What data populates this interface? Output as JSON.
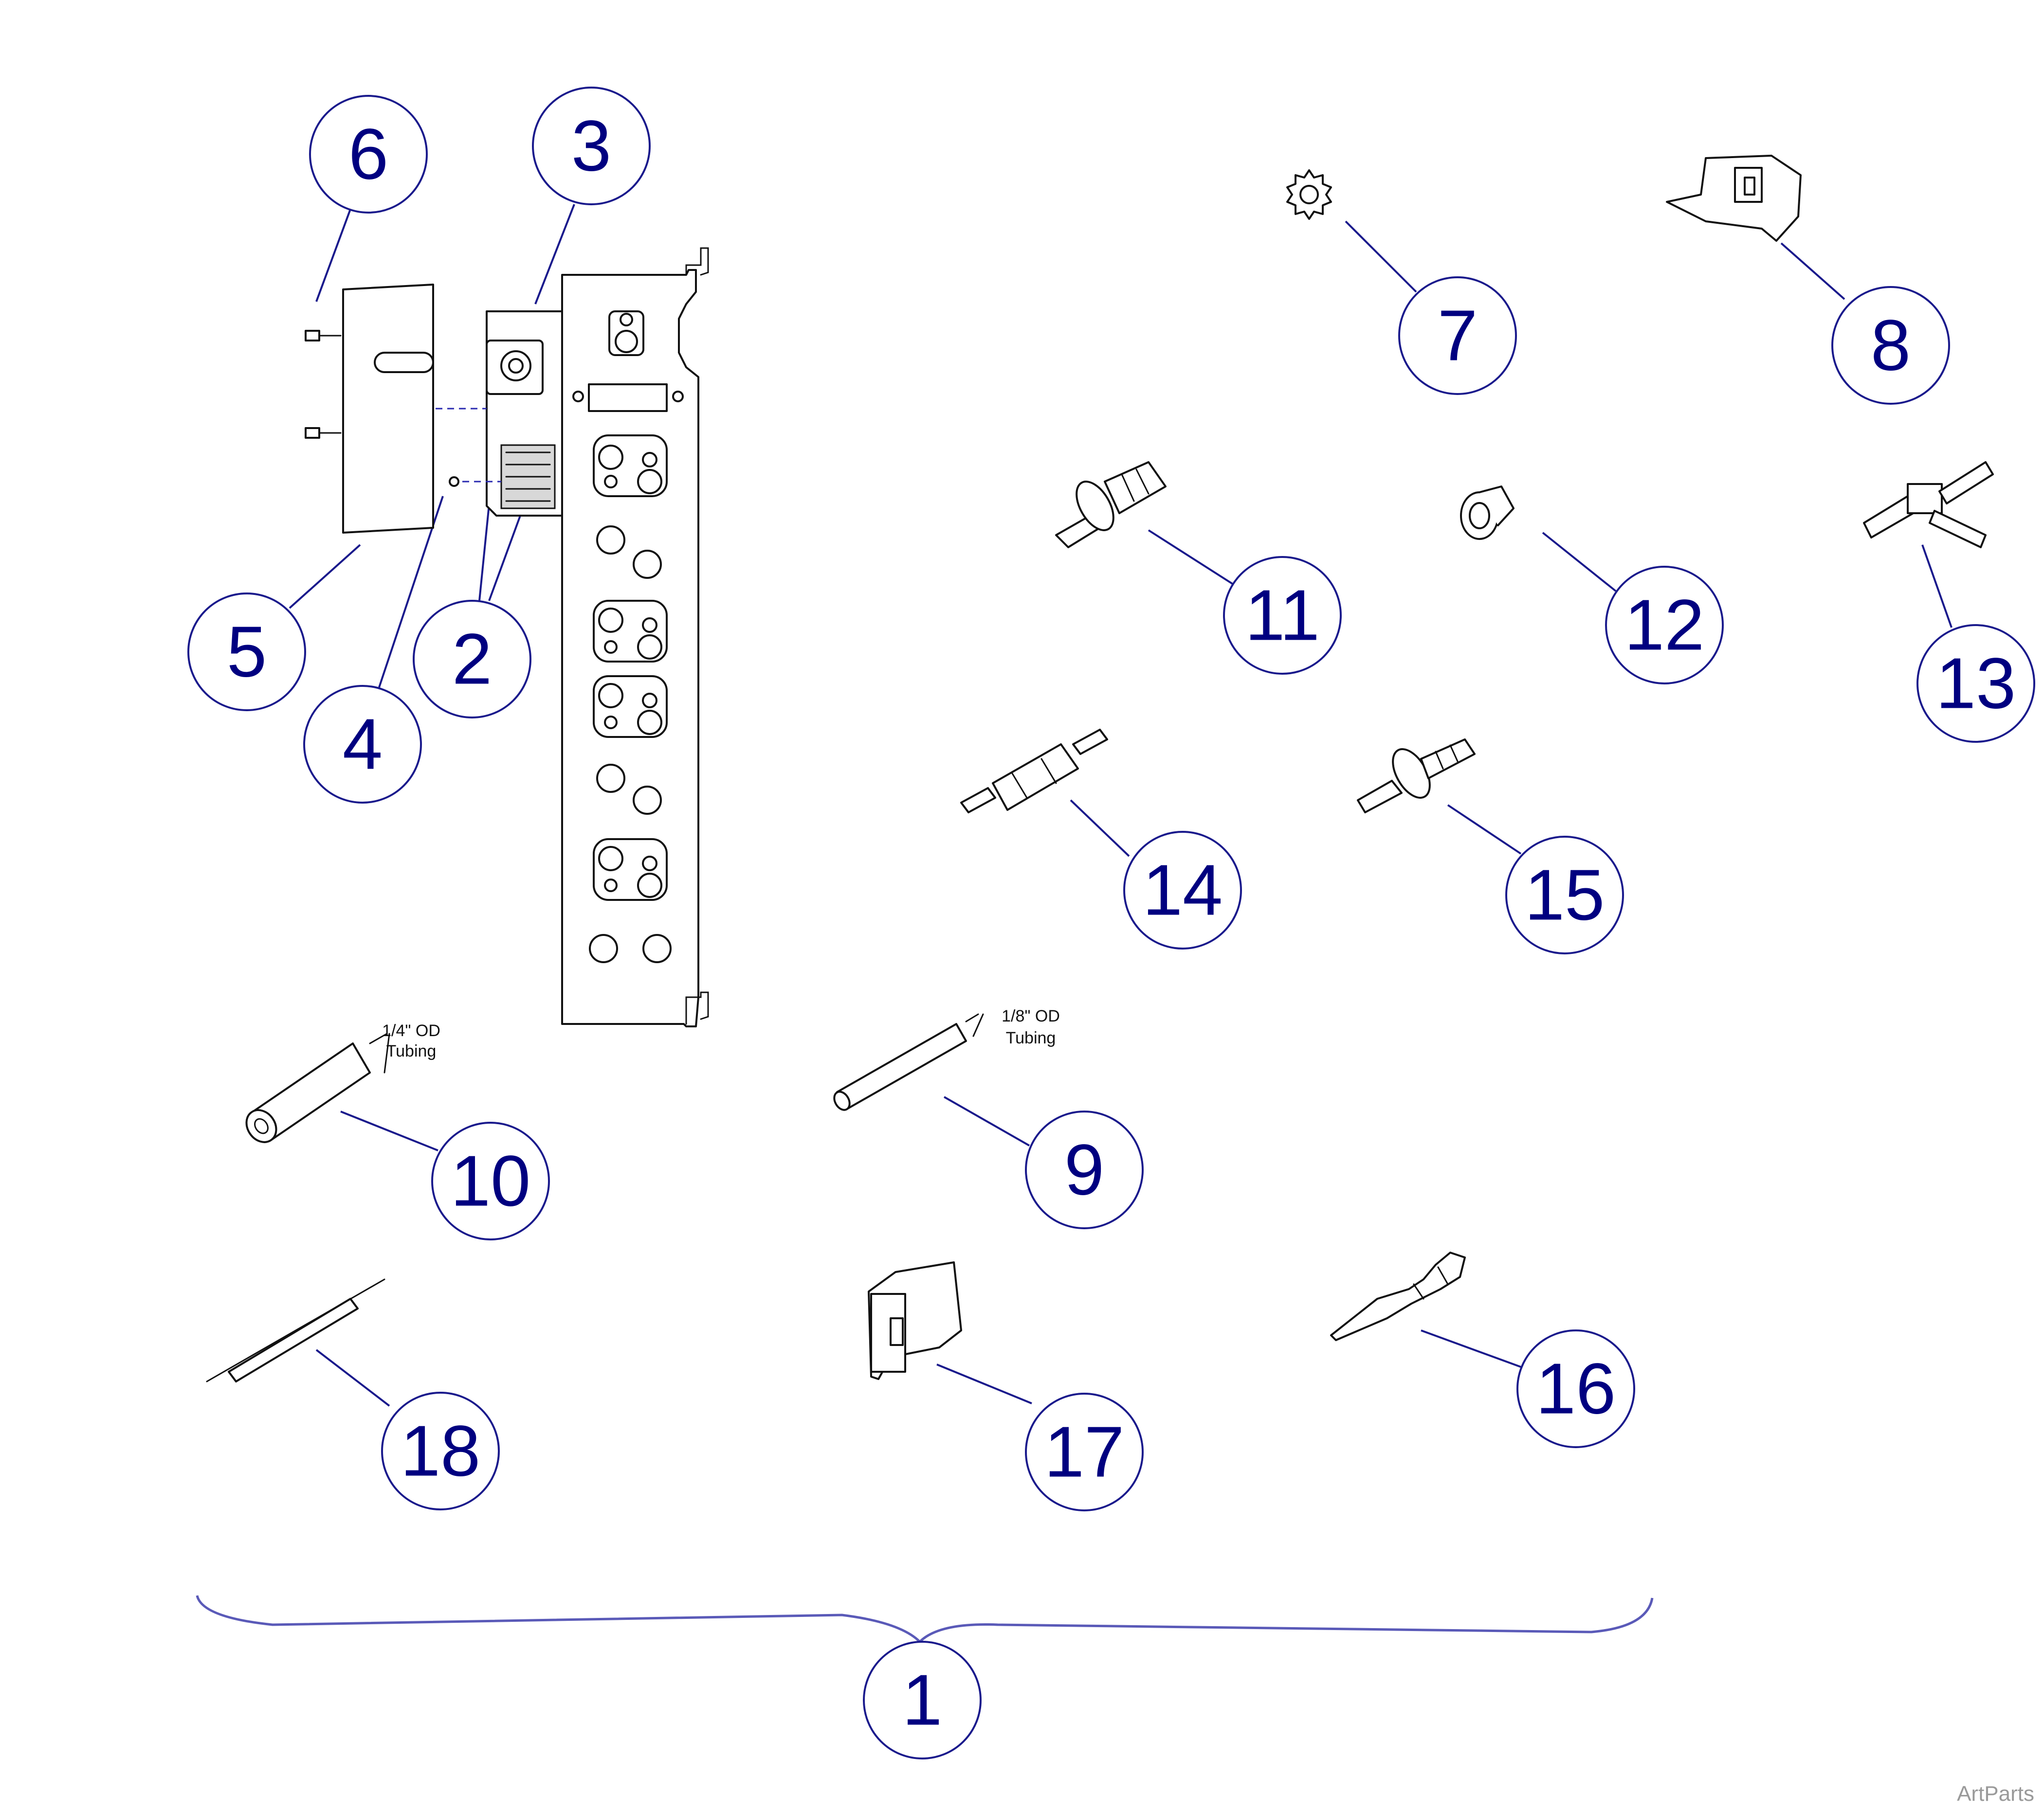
{
  "colors": {
    "callout": "#000080",
    "leader": "#1a1a8c",
    "brace": "#5a5ab8",
    "line_art": "#111111"
  },
  "callouts": [
    {
      "id": "callout-1",
      "label": "1"
    },
    {
      "id": "callout-2",
      "label": "2"
    },
    {
      "id": "callout-3",
      "label": "3"
    },
    {
      "id": "callout-4",
      "label": "4"
    },
    {
      "id": "callout-5",
      "label": "5"
    },
    {
      "id": "callout-6",
      "label": "6"
    },
    {
      "id": "callout-7",
      "label": "7"
    },
    {
      "id": "callout-8",
      "label": "8"
    },
    {
      "id": "callout-9",
      "label": "9"
    },
    {
      "id": "callout-10",
      "label": "10"
    },
    {
      "id": "callout-11",
      "label": "11"
    },
    {
      "id": "callout-12",
      "label": "12"
    },
    {
      "id": "callout-13",
      "label": "13"
    },
    {
      "id": "callout-14",
      "label": "14"
    },
    {
      "id": "callout-15",
      "label": "15"
    },
    {
      "id": "callout-16",
      "label": "16"
    },
    {
      "id": "callout-17",
      "label": "17"
    },
    {
      "id": "callout-18",
      "label": "18"
    }
  ],
  "tubing_labels": {
    "quarter_line1": "1/4\" OD",
    "quarter_line2": "Tubing",
    "eighth_line1": "1/8\" OD",
    "eighth_line2": "Tubing"
  },
  "watermark": "ArtParts"
}
